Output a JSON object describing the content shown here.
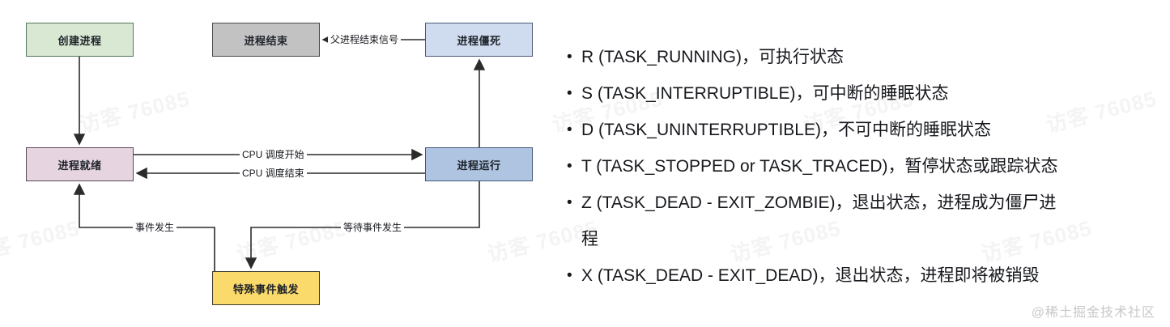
{
  "diagram": {
    "nodes": [
      {
        "id": "create",
        "label": "创建进程"
      },
      {
        "id": "end",
        "label": "进程结束"
      },
      {
        "id": "zombie",
        "label": "进程僵死"
      },
      {
        "id": "ready",
        "label": "进程就绪"
      },
      {
        "id": "running",
        "label": "进程运行"
      },
      {
        "id": "event",
        "label": "特殊事件触发"
      }
    ],
    "edge_labels": {
      "parent_signal": "父进程结束信号",
      "cpu_start": "CPU 调度开始",
      "cpu_end": "CPU 调度结束",
      "event_occurs": "事件发生",
      "wait_event": "等待事件发生"
    }
  },
  "states_list": {
    "items": [
      {
        "text": "R (TASK_RUNNING)，可执行状态"
      },
      {
        "text": "S (TASK_INTERRUPTIBLE)，可中断的睡眠状态"
      },
      {
        "text": "D (TASK_UNINTERRUPTIBLE)，不可中断的睡眠状态"
      },
      {
        "text": "T (TASK_STOPPED or TASK_TRACED)，暂停状态或跟踪状态"
      },
      {
        "text": "Z (TASK_DEAD - EXIT_ZOMBIE)，退出状态，进程成为僵尸进",
        "continuation": "程"
      },
      {
        "text": "X (TASK_DEAD - EXIT_DEAD)，退出状态，进程即将被销毁"
      }
    ],
    "bullet_glyph": "•"
  },
  "watermarks": {
    "background_text": "访客 76085",
    "footer_text": "@稀土掘金技术社区"
  },
  "colors": {
    "create_fill": "#d9e8d2",
    "end_fill": "#c2c2c2",
    "zombie_fill": "#cfdcef",
    "ready_fill": "#e6d5e0",
    "running_fill": "#aec4e0",
    "event_fill": "#fada6a",
    "stroke": "#4a4a4a",
    "page_bg": "#ffffff"
  }
}
